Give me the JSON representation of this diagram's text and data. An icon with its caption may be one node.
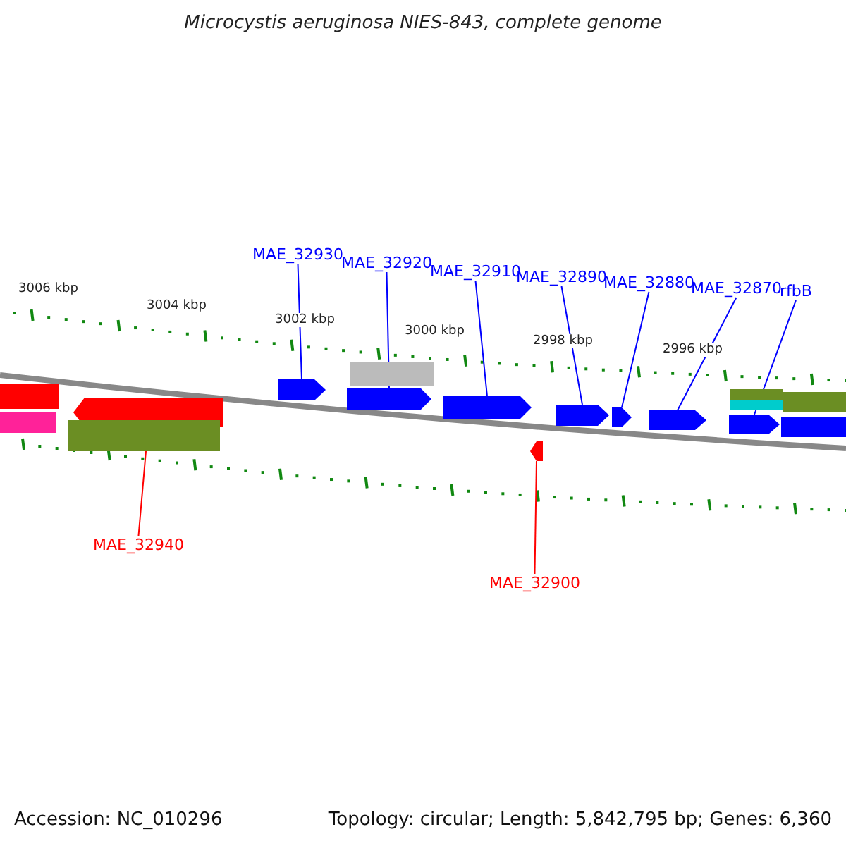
{
  "diagram": {
    "title": "Microcystis aeruginosa NIES-843, complete genome",
    "nodes": [
      {
        "text": [
          "MAE_32930"
        ]
      },
      {
        "text": [
          "MAE_32920"
        ]
      },
      {
        "text": [
          "MAE_32910"
        ]
      },
      {
        "text": [
          "MAE_32890"
        ]
      },
      {
        "text": [
          "MAE_32880"
        ]
      },
      {
        "text": [
          "MAE_32870"
        ]
      },
      {
        "text": [
          "rfbB"
        ]
      },
      {
        "text": [
          "MAE_32940"
        ]
      },
      {
        "text": [
          "MAE_32900"
        ]
      },
      {
        "text": [],
        "shape": "bar"
      },
      {
        "text": [],
        "shape": "bar"
      },
      {
        "text": [],
        "shape": "arrow"
      },
      {
        "text": [],
        "shape": "bar"
      },
      {
        "text": [],
        "shape": "arrow"
      },
      {
        "text": [],
        "shape": "bar"
      },
      {
        "text": [],
        "shape": "arrow"
      },
      {
        "text": [],
        "shape": "arrow"
      },
      {
        "text": [],
        "shape": "arrow"
      },
      {
        "text": [],
        "shape": "arrow"
      },
      {
        "text": [],
        "shape": "arrow"
      },
      {
        "text": [],
        "shape": "arrow"
      },
      {
        "text": [],
        "shape": "bar"
      },
      {
        "text": [],
        "shape": "bar"
      },
      {
        "text": [],
        "shape": "bar"
      },
      {
        "text": [],
        "shape": "arrow"
      },
      {
        "text": [],
        "shape": "bar"
      }
    ],
    "edges": [
      {
        "from": 0,
        "to": 13,
        "arrow": "none"
      },
      {
        "from": 1,
        "to": 15,
        "arrow": "none"
      },
      {
        "from": 2,
        "to": 16,
        "arrow": "none"
      },
      {
        "from": 3,
        "to": 18,
        "arrow": "none"
      },
      {
        "from": 4,
        "to": 19,
        "arrow": "none"
      },
      {
        "from": 5,
        "to": 20,
        "arrow": "none"
      },
      {
        "from": 6,
        "to": 24,
        "arrow": "none"
      },
      {
        "from": 7,
        "to": 11,
        "arrow": "none",
        "color": "#ff0000"
      },
      {
        "from": 8,
        "to": 17,
        "arrow": "none",
        "color": "#ff0000"
      }
    ],
    "labels": [
      "3006 kbp",
      "3004 kbp",
      "3002 kbp",
      "3000 kbp",
      "2998 kbp",
      "2996 kbp",
      "Accession: NC_010296",
      "Topology: circular; Length: 5,842,795 bp; Genes: 6,360"
    ]
  }
}
